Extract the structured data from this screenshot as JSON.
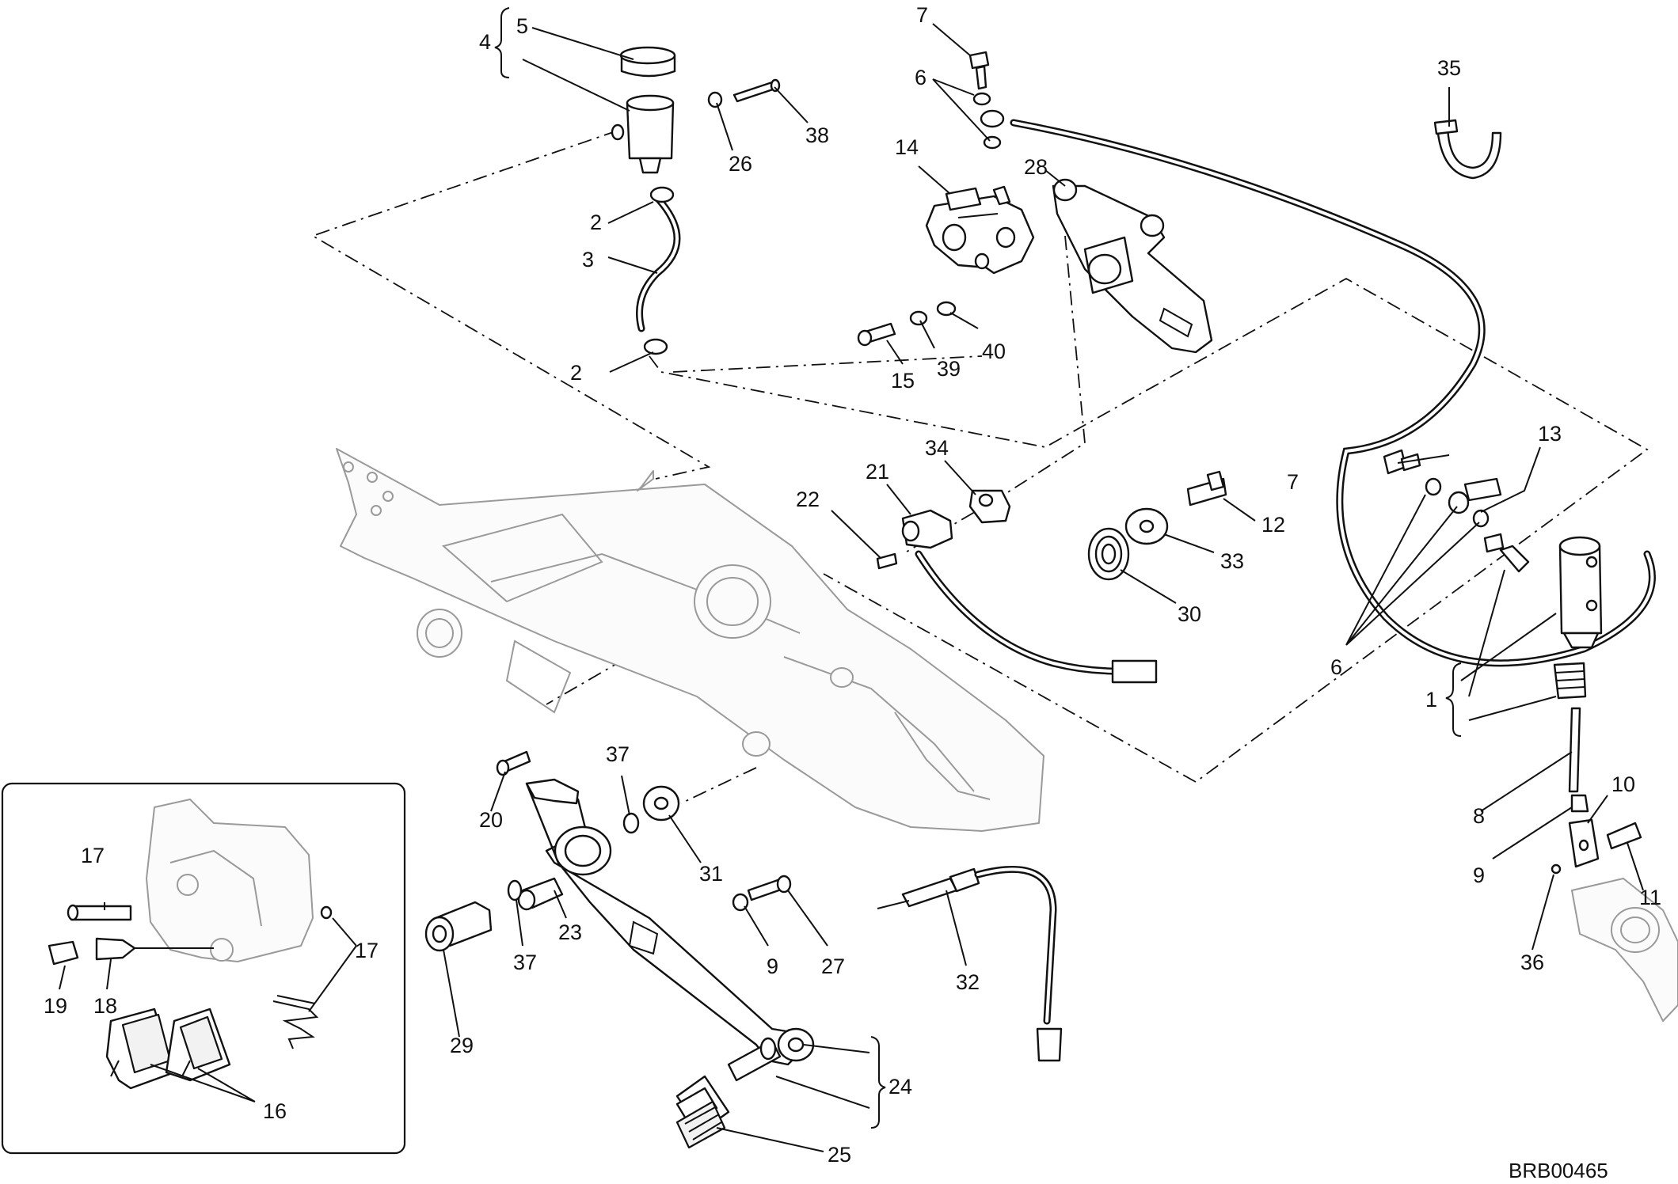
{
  "drawing_code": "BRB00465",
  "callouts": {
    "c1": "1",
    "c2a": "2",
    "c2b": "2",
    "c3": "3",
    "c4": "4",
    "c5": "5",
    "c6a": "6",
    "c6b": "6",
    "c7a": "7",
    "c7b": "7",
    "c8": "8",
    "c9a": "9",
    "c9b": "9",
    "c10": "10",
    "c11": "11",
    "c12": "12",
    "c13": "13",
    "c14": "14",
    "c15": "15",
    "c16": "16",
    "c17a": "17",
    "c17b": "17",
    "c18": "18",
    "c19": "19",
    "c20": "20",
    "c21": "21",
    "c22": "22",
    "c23": "23",
    "c24": "24",
    "c25": "25",
    "c26": "26",
    "c27": "27",
    "c28": "28",
    "c29": "29",
    "c30": "30",
    "c31": "31",
    "c32": "32",
    "c33": "33",
    "c34": "34",
    "c35": "35",
    "c36": "36",
    "c37a": "37",
    "c37b": "37",
    "c38": "38",
    "c39": "39",
    "c40": "40"
  }
}
